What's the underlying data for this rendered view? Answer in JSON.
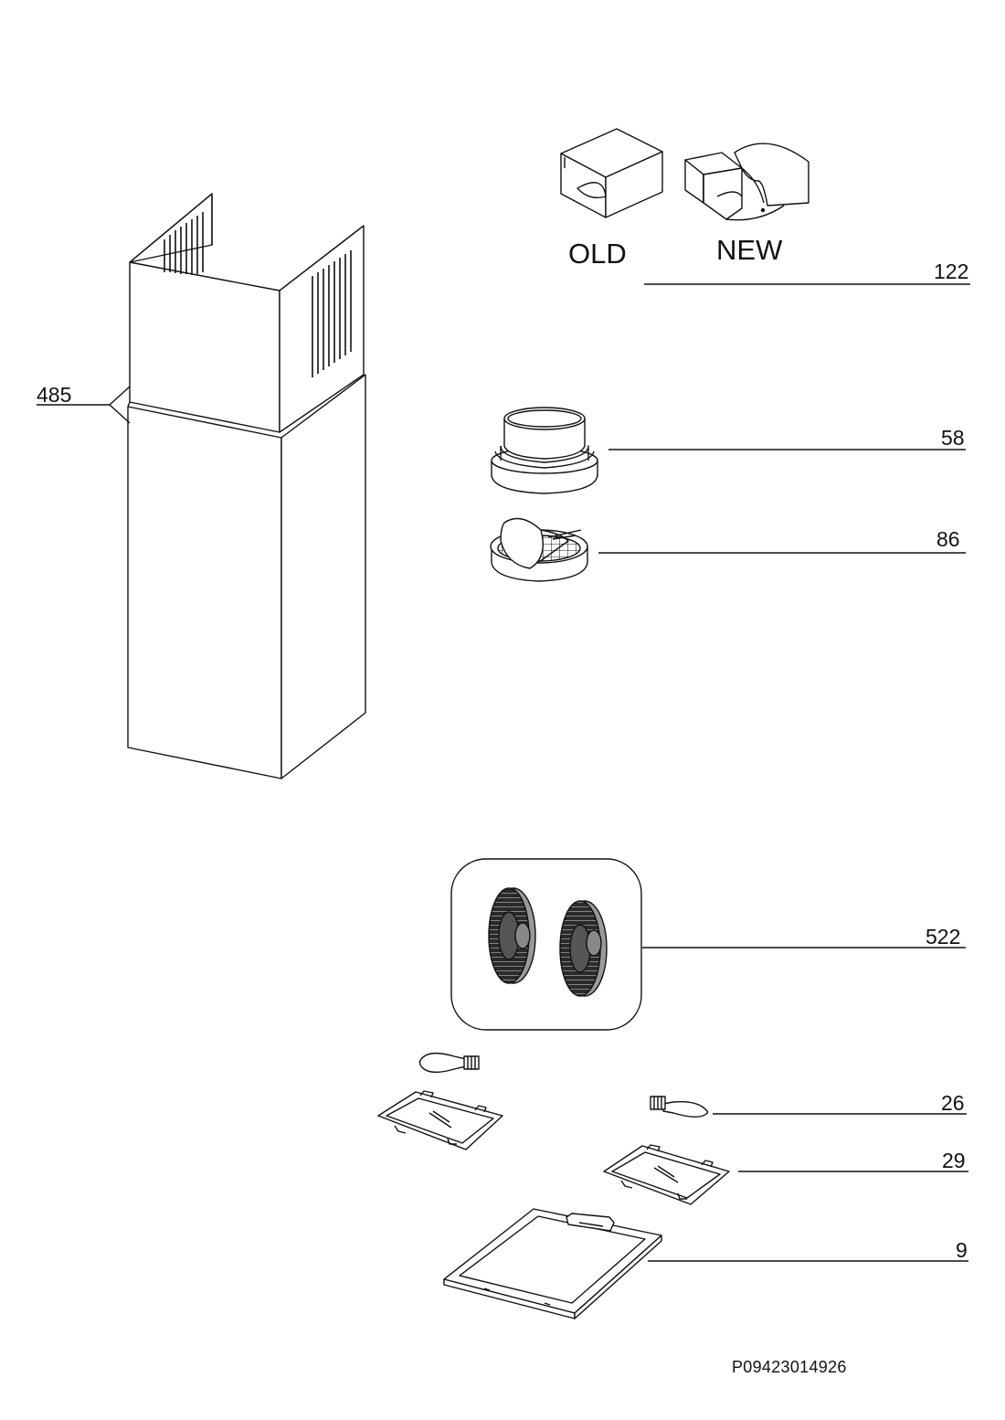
{
  "captions": {
    "old": "OLD",
    "new": "NEW"
  },
  "parts": {
    "p485": "485",
    "p122": "122",
    "p58": "58",
    "p86": "86",
    "p522": "522",
    "p26": "26",
    "p29": "29",
    "p9": "9"
  },
  "document_code": "P09423014926"
}
